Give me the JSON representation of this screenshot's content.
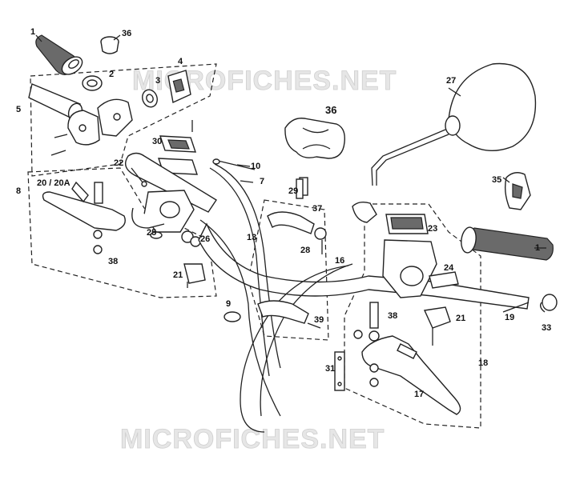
{
  "watermarks": {
    "top": "MICROFICHES.NET",
    "bottom": "MICROFICHES.NET"
  },
  "callouts": {
    "c1_left": "1",
    "c2": "2",
    "c3": "3",
    "c4": "4",
    "c5": "5",
    "c7": "7",
    "c8": "8",
    "c9": "9",
    "c10": "10",
    "c13": "13",
    "c16": "16",
    "c17": "17",
    "c18": "18",
    "c19": "19",
    "c20_20a": "20 / 20A",
    "c21_left": "21",
    "c21_right": "21",
    "c22": "22",
    "c23": "23",
    "c24": "24",
    "c25": "25",
    "c26": "26",
    "c27": "27",
    "c28": "28",
    "c29": "29",
    "c30": "30",
    "c31": "31",
    "c33": "33",
    "c35": "35",
    "c36_top": "36",
    "c36_mid": "36",
    "c37": "37",
    "c38_left": "38",
    "c38_right": "38",
    "c39": "39",
    "c1_right": "1"
  }
}
